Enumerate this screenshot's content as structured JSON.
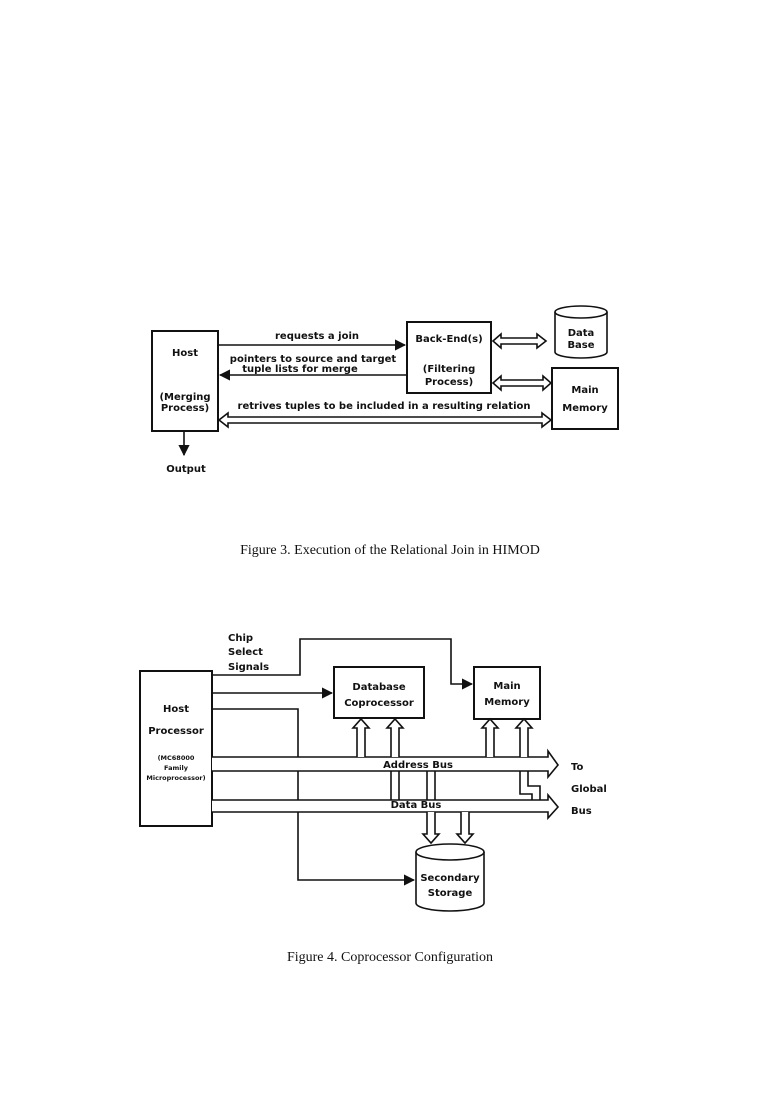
{
  "figure3": {
    "caption": "Figure 3. Execution of the Relational Join in HIMOD",
    "host": {
      "line1": "Host",
      "line2": "(Merging",
      "line3": "Process)"
    },
    "backend": {
      "line1": "Back-End(s)",
      "line2": "(Filtering",
      "line3": "Process)"
    },
    "database": {
      "line1": "Data",
      "line2": "Base"
    },
    "main_memory": {
      "line1": "Main",
      "line2": "Memory"
    },
    "arrow_request": "requests a join",
    "arrow_pointers_1": "pointers to source and target",
    "arrow_pointers_2": "tuple lists for merge",
    "arrow_retrieve": "retrives  tuples to be included in a resulting relation",
    "output": "Output"
  },
  "figure4": {
    "caption": "Figure 4. Coprocessor Configuration",
    "chip_select": {
      "line1": "Chip",
      "line2": "Select",
      "line3": "Signals"
    },
    "host": {
      "line1": "Host",
      "line2": "Processor",
      "line3": "(MC68000",
      "line4": "Family",
      "line5": "Microprocessor)"
    },
    "coprocessor": {
      "line1": "Database",
      "line2": "Coprocessor"
    },
    "main_memory": {
      "line1": "Main",
      "line2": "Memory"
    },
    "secondary": {
      "line1": "Secondary",
      "line2": "Storage"
    },
    "address_bus": "Address Bus",
    "data_bus": "Data Bus",
    "global": {
      "line1": "To",
      "line2": "Global",
      "line3": "Bus"
    }
  }
}
